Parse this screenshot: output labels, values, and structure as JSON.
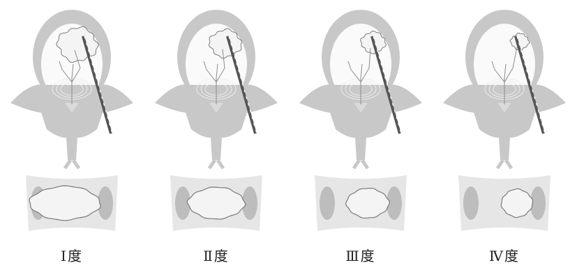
{
  "panels": [
    {
      "label": "Ⅰ度",
      "grade": 1,
      "lesion_extent": 1.0
    },
    {
      "label": "Ⅱ度",
      "grade": 2,
      "lesion_extent": 0.75
    },
    {
      "label": "Ⅲ度",
      "grade": 3,
      "lesion_extent": 0.5
    },
    {
      "label": "Ⅳ度",
      "grade": 4,
      "lesion_extent": 0.3
    }
  ],
  "colors": {
    "bone": "#c8c8c8",
    "bone_light": "#e6e6e6",
    "canal": "#fafafa",
    "lesion_fill": "#f4f4f4",
    "lesion_stroke": "#7a7a7a",
    "pedicle": "#bdbdbd",
    "needle": "#555555",
    "vessel": "#8a8a8a"
  }
}
